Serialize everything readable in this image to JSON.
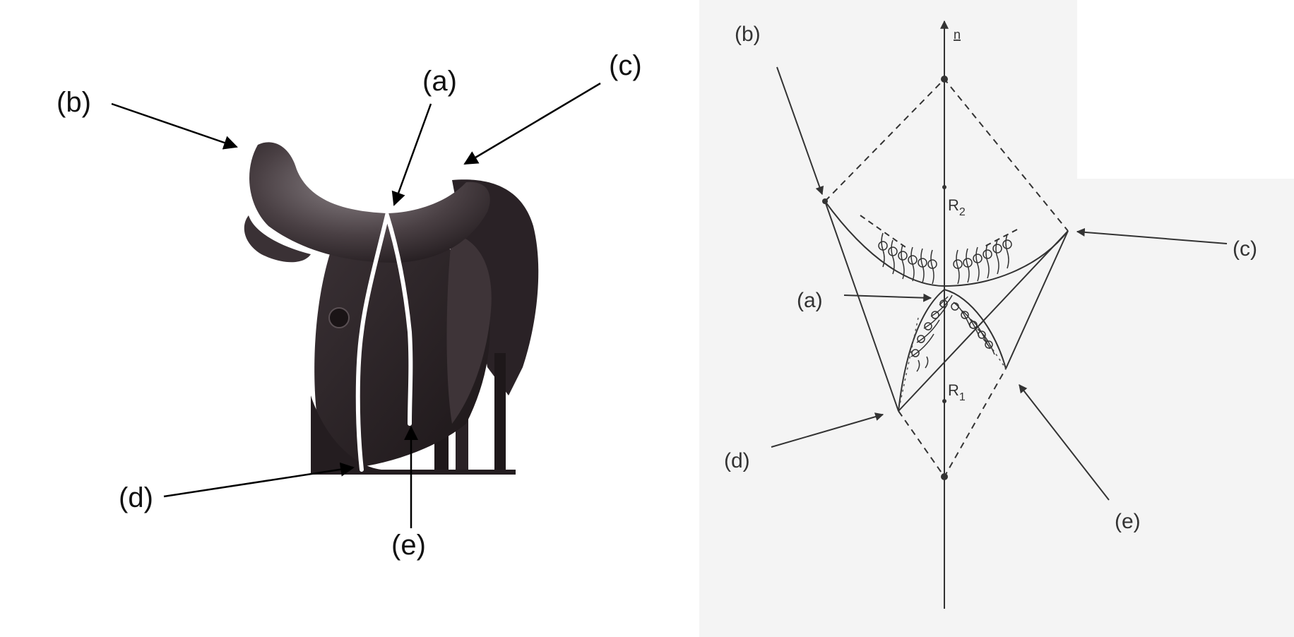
{
  "left_panel": {
    "labels": {
      "a": "(a)",
      "b": "(b)",
      "c": "(c)",
      "d": "(d)",
      "e": "(e)"
    }
  },
  "right_panel": {
    "labels": {
      "a": "(a)",
      "b": "(b)",
      "c": "(c)",
      "d": "(d)",
      "e": "(e)"
    },
    "axis_label": "n",
    "r2_main": "R",
    "r2_sub": "2",
    "r1_main": "R",
    "r1_sub": "1"
  },
  "colors": {
    "background": "#ffffff",
    "diagram_panel": "#f4f4f4",
    "saddle_dark": "#2b2326",
    "saddle_mid": "#4a4044",
    "saddle_light": "#8c8488",
    "outline_white": "#ffffff",
    "line": "#333333"
  }
}
